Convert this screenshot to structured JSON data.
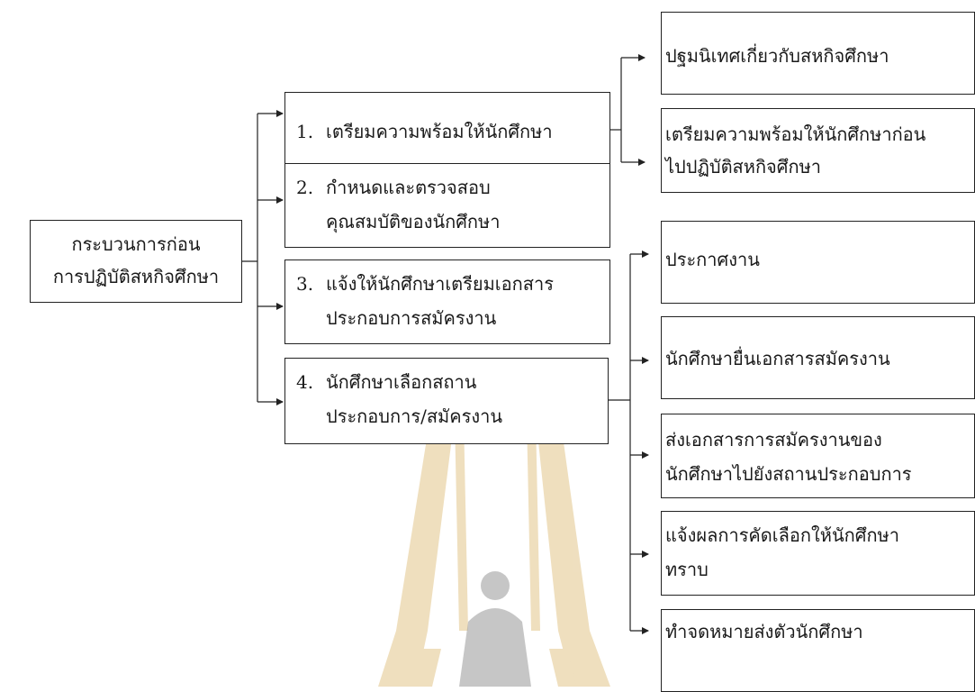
{
  "root": {
    "line1": "กระบวนการก่อน",
    "line2": "การปฏิบัติสหกิจศึกษา"
  },
  "steps": [
    {
      "num": "1.",
      "line1": "เตรียมความพร้อมให้นักศึกษา",
      "line2": ""
    },
    {
      "num": "2.",
      "line1": "กำหนดและตรวจสอบ",
      "line2": "คุณสมบัติของนักศึกษา"
    },
    {
      "num": "3.",
      "line1": "แจ้งให้นักศึกษาเตรียมเอกสาร",
      "line2": "ประกอบการสมัครงาน"
    },
    {
      "num": "4.",
      "line1": "นักศึกษาเลือกสถาน",
      "line2": "ประกอบการ/สมัครงาน"
    }
  ],
  "sub_step1": [
    {
      "line1": "ปฐมนิเทศเกี่ยวกับสหกิจศึกษา",
      "line2": ""
    },
    {
      "line1": "เตรียมความพร้อมให้นักศึกษาก่อน",
      "line2": "ไปปฏิบัติสหกิจศึกษา"
    }
  ],
  "sub_step4": [
    {
      "line1": "ประกาศงาน",
      "line2": ""
    },
    {
      "line1": "นักศึกษายื่นเอกสารสมัครงาน",
      "line2": ""
    },
    {
      "line1": "ส่งเอกสารการสมัครงานของ",
      "line2": "นักศึกษาไปยังสถานประกอบการ"
    },
    {
      "line1": "แจ้งผลการคัดเลือกให้นักศึกษา",
      "line2": "ทราบ"
    },
    {
      "line1": "ทำจดหมายส่งตัวนักศึกษา",
      "line2": ""
    }
  ],
  "colors": {
    "line": "#222222",
    "watermark_gold": "#e2c58a",
    "watermark_gray": "#a9a9a9"
  }
}
